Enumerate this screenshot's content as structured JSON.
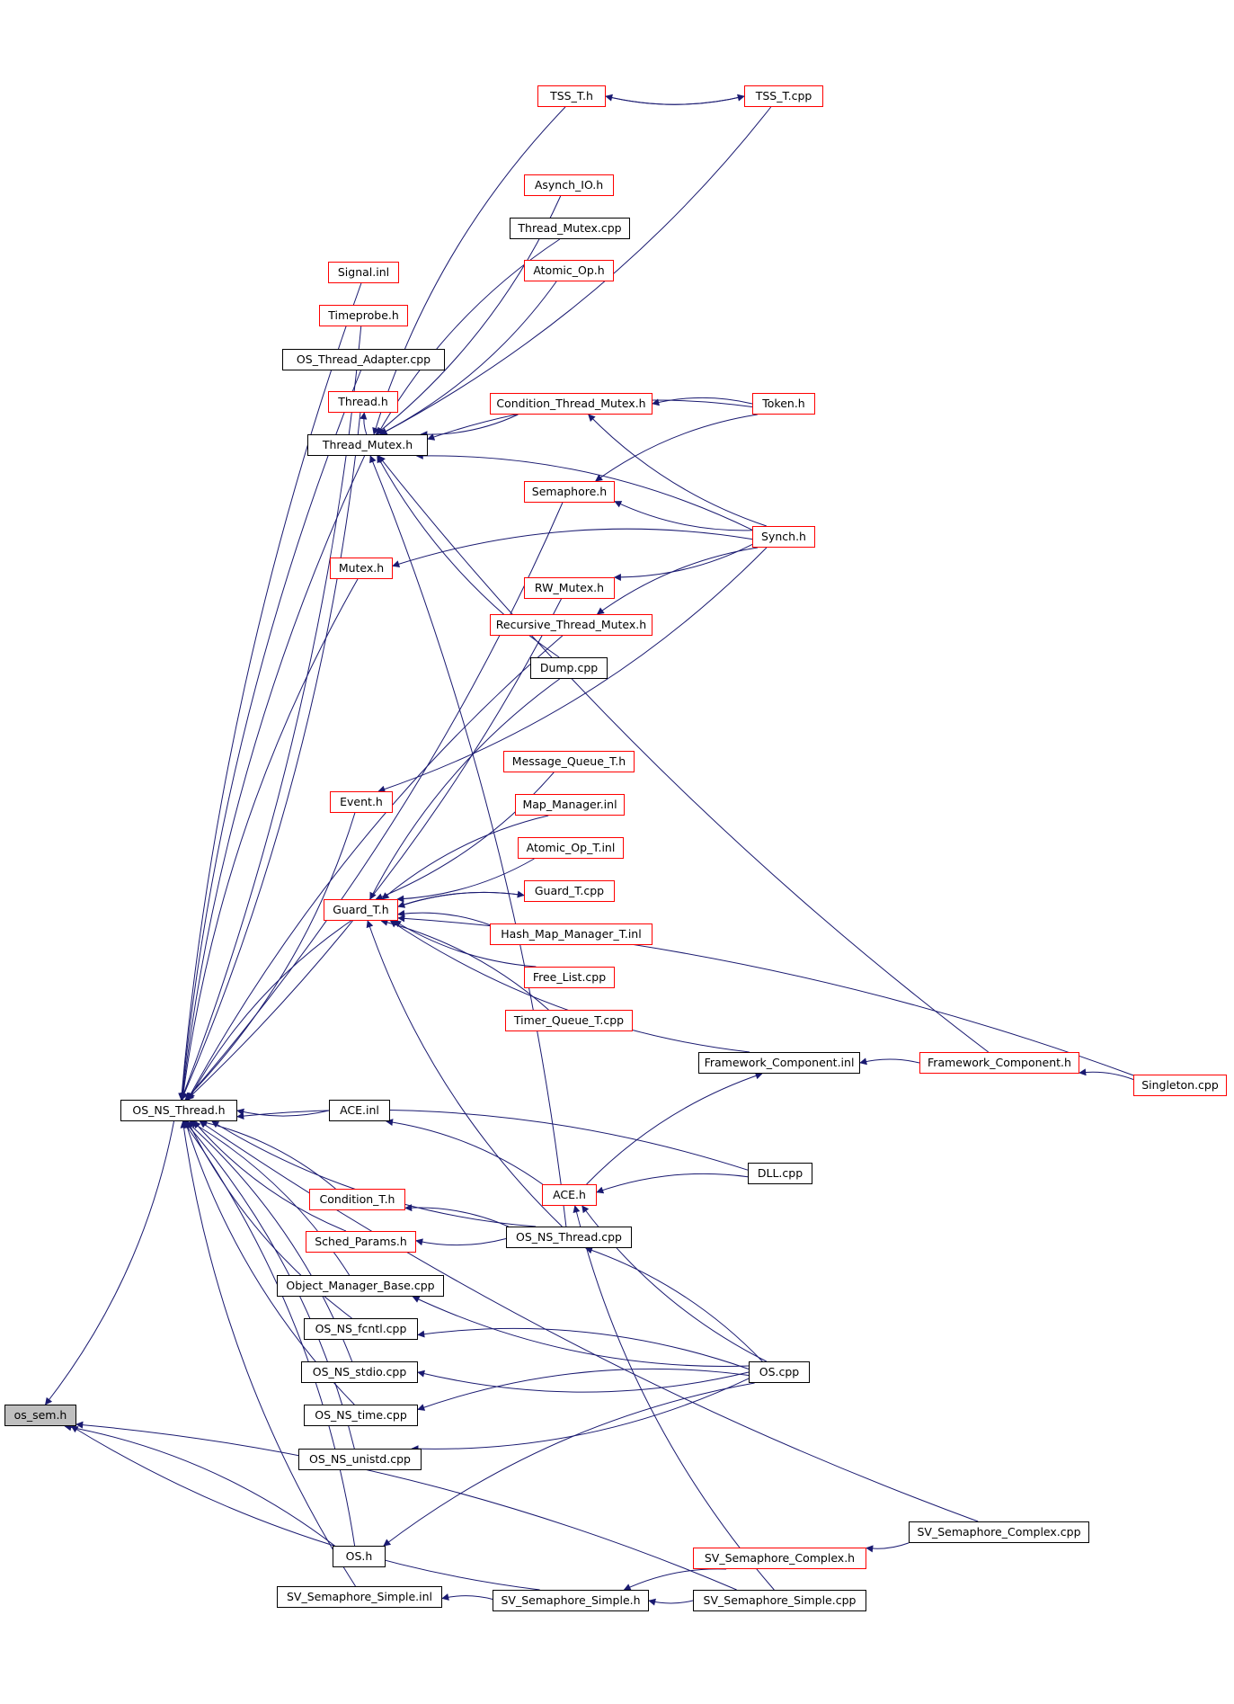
{
  "graph": {
    "nodes": [
      {
        "id": "os_sem_h",
        "label": "os_sem.h",
        "style": "root"
      },
      {
        "id": "tss_t_h",
        "label": "TSS_T.h",
        "style": "red"
      },
      {
        "id": "tss_t_cpp",
        "label": "TSS_T.cpp",
        "style": "red"
      },
      {
        "id": "asynch_io_h",
        "label": "Asynch_IO.h",
        "style": "red"
      },
      {
        "id": "thread_mutex_cpp",
        "label": "Thread_Mutex.cpp",
        "style": "black"
      },
      {
        "id": "atomic_op_h",
        "label": "Atomic_Op.h",
        "style": "red"
      },
      {
        "id": "signal_inl",
        "label": "Signal.inl",
        "style": "red"
      },
      {
        "id": "timeprobe_h",
        "label": "Timeprobe.h",
        "style": "red"
      },
      {
        "id": "os_thread_adapter_cpp",
        "label": "OS_Thread_Adapter.cpp",
        "style": "black"
      },
      {
        "id": "thread_h",
        "label": "Thread.h",
        "style": "red"
      },
      {
        "id": "condition_thread_mutex_h",
        "label": "Condition_Thread_Mutex.h",
        "style": "red"
      },
      {
        "id": "token_h",
        "label": "Token.h",
        "style": "red"
      },
      {
        "id": "thread_mutex_h",
        "label": "Thread_Mutex.h",
        "style": "black"
      },
      {
        "id": "semaphore_h",
        "label": "Semaphore.h",
        "style": "red"
      },
      {
        "id": "synch_h",
        "label": "Synch.h",
        "style": "red"
      },
      {
        "id": "mutex_h",
        "label": "Mutex.h",
        "style": "red"
      },
      {
        "id": "rw_mutex_h",
        "label": "RW_Mutex.h",
        "style": "red"
      },
      {
        "id": "recursive_thread_mutex_h",
        "label": "Recursive_Thread_Mutex.h",
        "style": "red"
      },
      {
        "id": "dump_cpp",
        "label": "Dump.cpp",
        "style": "black"
      },
      {
        "id": "message_queue_t_h",
        "label": "Message_Queue_T.h",
        "style": "red"
      },
      {
        "id": "event_h",
        "label": "Event.h",
        "style": "red"
      },
      {
        "id": "map_manager_inl",
        "label": "Map_Manager.inl",
        "style": "red"
      },
      {
        "id": "atomic_op_t_inl",
        "label": "Atomic_Op_T.inl",
        "style": "red"
      },
      {
        "id": "guard_t_cpp",
        "label": "Guard_T.cpp",
        "style": "red"
      },
      {
        "id": "guard_t_h",
        "label": "Guard_T.h",
        "style": "red"
      },
      {
        "id": "hash_map_manager_t_inl",
        "label": "Hash_Map_Manager_T.inl",
        "style": "red"
      },
      {
        "id": "free_list_cpp",
        "label": "Free_List.cpp",
        "style": "red"
      },
      {
        "id": "timer_queue_t_cpp",
        "label": "Timer_Queue_T.cpp",
        "style": "red"
      },
      {
        "id": "framework_component_inl",
        "label": "Framework_Component.inl",
        "style": "black"
      },
      {
        "id": "framework_component_h",
        "label": "Framework_Component.h",
        "style": "red"
      },
      {
        "id": "singleton_cpp",
        "label": "Singleton.cpp",
        "style": "red"
      },
      {
        "id": "os_ns_thread_h",
        "label": "OS_NS_Thread.h",
        "style": "black"
      },
      {
        "id": "ace_inl",
        "label": "ACE.inl",
        "style": "black"
      },
      {
        "id": "dll_cpp",
        "label": "DLL.cpp",
        "style": "black"
      },
      {
        "id": "ace_h",
        "label": "ACE.h",
        "style": "red"
      },
      {
        "id": "condition_t_h",
        "label": "Condition_T.h",
        "style": "red"
      },
      {
        "id": "os_ns_thread_cpp",
        "label": "OS_NS_Thread.cpp",
        "style": "black"
      },
      {
        "id": "sched_params_h",
        "label": "Sched_Params.h",
        "style": "red"
      },
      {
        "id": "object_manager_base_cpp",
        "label": "Object_Manager_Base.cpp",
        "style": "black"
      },
      {
        "id": "os_ns_fcntl_cpp",
        "label": "OS_NS_fcntl.cpp",
        "style": "black"
      },
      {
        "id": "os_ns_stdio_cpp",
        "label": "OS_NS_stdio.cpp",
        "style": "black"
      },
      {
        "id": "os_cpp",
        "label": "OS.cpp",
        "style": "black"
      },
      {
        "id": "os_ns_time_cpp",
        "label": "OS_NS_time.cpp",
        "style": "black"
      },
      {
        "id": "os_ns_unistd_cpp",
        "label": "OS_NS_unistd.cpp",
        "style": "black"
      },
      {
        "id": "sv_semaphore_complex_cpp",
        "label": "SV_Semaphore_Complex.cpp",
        "style": "black"
      },
      {
        "id": "os_h",
        "label": "OS.h",
        "style": "black"
      },
      {
        "id": "sv_semaphore_complex_h",
        "label": "SV_Semaphore_Complex.h",
        "style": "red"
      },
      {
        "id": "sv_semaphore_simple_inl",
        "label": "SV_Semaphore_Simple.inl",
        "style": "black"
      },
      {
        "id": "sv_semaphore_simple_h",
        "label": "SV_Semaphore_Simple.h",
        "style": "black"
      },
      {
        "id": "sv_semaphore_simple_cpp",
        "label": "SV_Semaphore_Simple.cpp",
        "style": "black"
      }
    ],
    "edges": [
      [
        "tss_t_cpp",
        "tss_t_h"
      ],
      [
        "tss_t_h",
        "tss_t_cpp"
      ],
      [
        "tss_t_cpp",
        "thread_mutex_h"
      ],
      [
        "tss_t_h",
        "thread_mutex_h"
      ],
      [
        "asynch_io_h",
        "thread_mutex_h"
      ],
      [
        "thread_mutex_cpp",
        "thread_mutex_h"
      ],
      [
        "atomic_op_h",
        "thread_mutex_h"
      ],
      [
        "token_h",
        "thread_mutex_h"
      ],
      [
        "condition_thread_mutex_h",
        "thread_mutex_h"
      ],
      [
        "synch_h",
        "thread_mutex_h"
      ],
      [
        "dump_cpp",
        "thread_mutex_h"
      ],
      [
        "os_ns_thread_cpp",
        "thread_mutex_h"
      ],
      [
        "thread_mutex_h",
        "thread_h"
      ],
      [
        "token_h",
        "condition_thread_mutex_h"
      ],
      [
        "synch_h",
        "condition_thread_mutex_h"
      ],
      [
        "token_h",
        "semaphore_h"
      ],
      [
        "synch_h",
        "semaphore_h"
      ],
      [
        "synch_h",
        "mutex_h"
      ],
      [
        "synch_h",
        "rw_mutex_h"
      ],
      [
        "synch_h",
        "recursive_thread_mutex_h"
      ],
      [
        "synch_h",
        "event_h"
      ],
      [
        "dump_cpp",
        "guard_t_h"
      ],
      [
        "message_queue_t_h",
        "guard_t_h"
      ],
      [
        "map_manager_inl",
        "guard_t_h"
      ],
      [
        "atomic_op_t_inl",
        "guard_t_h"
      ],
      [
        "guard_t_cpp",
        "guard_t_h"
      ],
      [
        "guard_t_h",
        "guard_t_cpp"
      ],
      [
        "hash_map_manager_t_inl",
        "guard_t_h"
      ],
      [
        "free_list_cpp",
        "guard_t_h"
      ],
      [
        "timer_queue_t_cpp",
        "guard_t_h"
      ],
      [
        "framework_component_inl",
        "guard_t_h"
      ],
      [
        "singleton_cpp",
        "guard_t_h"
      ],
      [
        "os_ns_thread_cpp",
        "guard_t_h"
      ],
      [
        "framework_component_h",
        "framework_component_inl"
      ],
      [
        "framework_component_h",
        "thread_mutex_h"
      ],
      [
        "singleton_cpp",
        "framework_component_h"
      ],
      [
        "ace_h",
        "framework_component_inl"
      ],
      [
        "dll_cpp",
        "ace_h"
      ],
      [
        "os_cpp",
        "ace_h"
      ],
      [
        "ace_h",
        "ace_inl"
      ],
      [
        "sv_semaphore_simple_cpp",
        "ace_h"
      ],
      [
        "signal_inl",
        "os_ns_thread_h"
      ],
      [
        "timeprobe_h",
        "os_ns_thread_h"
      ],
      [
        "os_thread_adapter_cpp",
        "os_ns_thread_h"
      ],
      [
        "thread_h",
        "os_ns_thread_h"
      ],
      [
        "thread_mutex_h",
        "os_ns_thread_h"
      ],
      [
        "semaphore_h",
        "os_ns_thread_h"
      ],
      [
        "mutex_h",
        "os_ns_thread_h"
      ],
      [
        "rw_mutex_h",
        "os_ns_thread_h"
      ],
      [
        "recursive_thread_mutex_h",
        "os_ns_thread_h"
      ],
      [
        "event_h",
        "os_ns_thread_h"
      ],
      [
        "guard_t_h",
        "os_ns_thread_h"
      ],
      [
        "ace_inl",
        "os_ns_thread_h"
      ],
      [
        "dll_cpp",
        "os_ns_thread_h"
      ],
      [
        "os_ns_thread_cpp",
        "os_ns_thread_h"
      ],
      [
        "condition_t_h",
        "os_ns_thread_h"
      ],
      [
        "sched_params_h",
        "os_ns_thread_h"
      ],
      [
        "object_manager_base_cpp",
        "os_ns_thread_h"
      ],
      [
        "os_ns_fcntl_cpp",
        "os_ns_thread_h"
      ],
      [
        "os_ns_stdio_cpp",
        "os_ns_thread_h"
      ],
      [
        "os_ns_time_cpp",
        "os_ns_thread_h"
      ],
      [
        "os_ns_unistd_cpp",
        "os_ns_thread_h"
      ],
      [
        "sv_semaphore_complex_cpp",
        "os_ns_thread_h"
      ],
      [
        "os_h",
        "os_ns_thread_h"
      ],
      [
        "sv_semaphore_simple_inl",
        "os_ns_thread_h"
      ],
      [
        "os_ns_thread_cpp",
        "condition_t_h"
      ],
      [
        "os_ns_thread_cpp",
        "sched_params_h"
      ],
      [
        "os_cpp",
        "os_ns_thread_cpp"
      ],
      [
        "os_cpp",
        "object_manager_base_cpp"
      ],
      [
        "os_cpp",
        "os_ns_fcntl_cpp"
      ],
      [
        "os_cpp",
        "os_ns_stdio_cpp"
      ],
      [
        "os_cpp",
        "os_ns_time_cpp"
      ],
      [
        "os_cpp",
        "os_ns_unistd_cpp"
      ],
      [
        "os_cpp",
        "os_h"
      ],
      [
        "sv_semaphore_complex_cpp",
        "sv_semaphore_complex_h"
      ],
      [
        "sv_semaphore_complex_h",
        "sv_semaphore_simple_h"
      ],
      [
        "sv_semaphore_simple_cpp",
        "sv_semaphore_simple_h"
      ],
      [
        "sv_semaphore_simple_h",
        "sv_semaphore_simple_inl"
      ],
      [
        "os_ns_thread_h",
        "os_sem_h"
      ],
      [
        "os_h",
        "os_sem_h"
      ],
      [
        "sv_semaphore_simple_h",
        "os_sem_h"
      ],
      [
        "sv_semaphore_simple_cpp",
        "os_sem_h"
      ]
    ]
  },
  "colors": {
    "edge": "#191970",
    "red_border": "#ff0000",
    "root_fill": "#bfbfbf"
  }
}
